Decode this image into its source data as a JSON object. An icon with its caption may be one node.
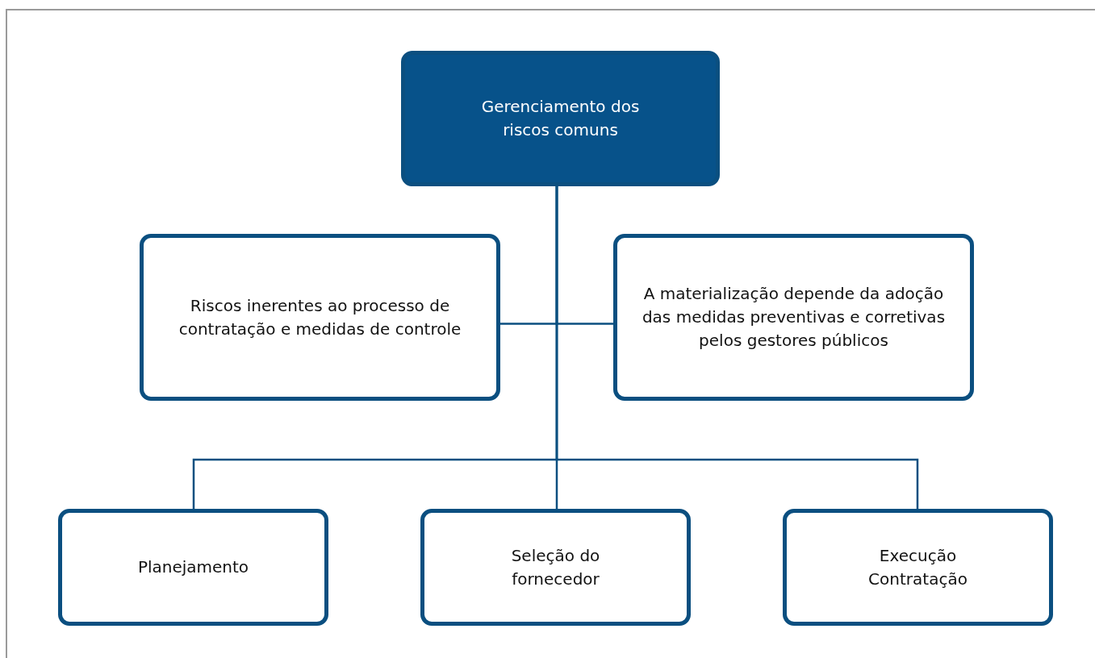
{
  "diagram": {
    "nodes": [
      {
        "text": [
          "Gerenciamento dos riscos comuns"
        ]
      },
      {
        "text": [
          "Riscos inerentes ao processo de contratação e medidas de controle"
        ]
      },
      {
        "text": [
          "A materialização depende da adoção das medidas preventivas e corretivas pelos gestores públicos"
        ]
      },
      {
        "text": [
          "Planejamento"
        ]
      },
      {
        "text": [
          "Seleção do fornecedor"
        ]
      },
      {
        "text": [
          "Execução Contratação"
        ]
      }
    ],
    "edges": [
      {
        "from": 0,
        "to": 1,
        "arrow": "none"
      },
      {
        "from": 0,
        "to": 2,
        "arrow": "none"
      },
      {
        "from": 0,
        "to": 3,
        "arrow": "none"
      },
      {
        "from": 0,
        "to": 4,
        "arrow": "none"
      },
      {
        "from": 0,
        "to": 5,
        "arrow": "none"
      }
    ]
  }
}
